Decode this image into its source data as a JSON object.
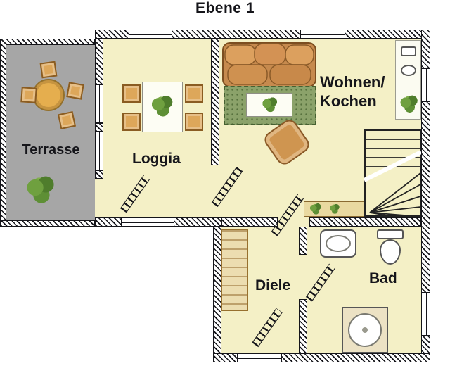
{
  "title": "Ebene 1",
  "rooms": {
    "terrasse": {
      "label": "Terrasse"
    },
    "loggia": {
      "label": "Loggia"
    },
    "wohnen_kochen": {
      "line1": "Wohnen/",
      "line2": "Kochen"
    },
    "diele": {
      "label": "Diele"
    },
    "bad": {
      "label": "Bad"
    }
  },
  "colors": {
    "ink": "#15151a",
    "room_fill": "#f4f0c6",
    "terrace_fill": "#a6a6a6",
    "furniture_tan": "#dda75a",
    "rug_green": "#8ba26a"
  },
  "icons": {
    "plant": "css-radial-blob",
    "door_swing": "diagonal-ladder",
    "window": "double-line",
    "stairs": "winder-svg",
    "sofa": "svg-rounded-cushions",
    "sink": "oval-in-rect",
    "toilet": "tank-and-bowl",
    "shower": "circle-in-square"
  }
}
